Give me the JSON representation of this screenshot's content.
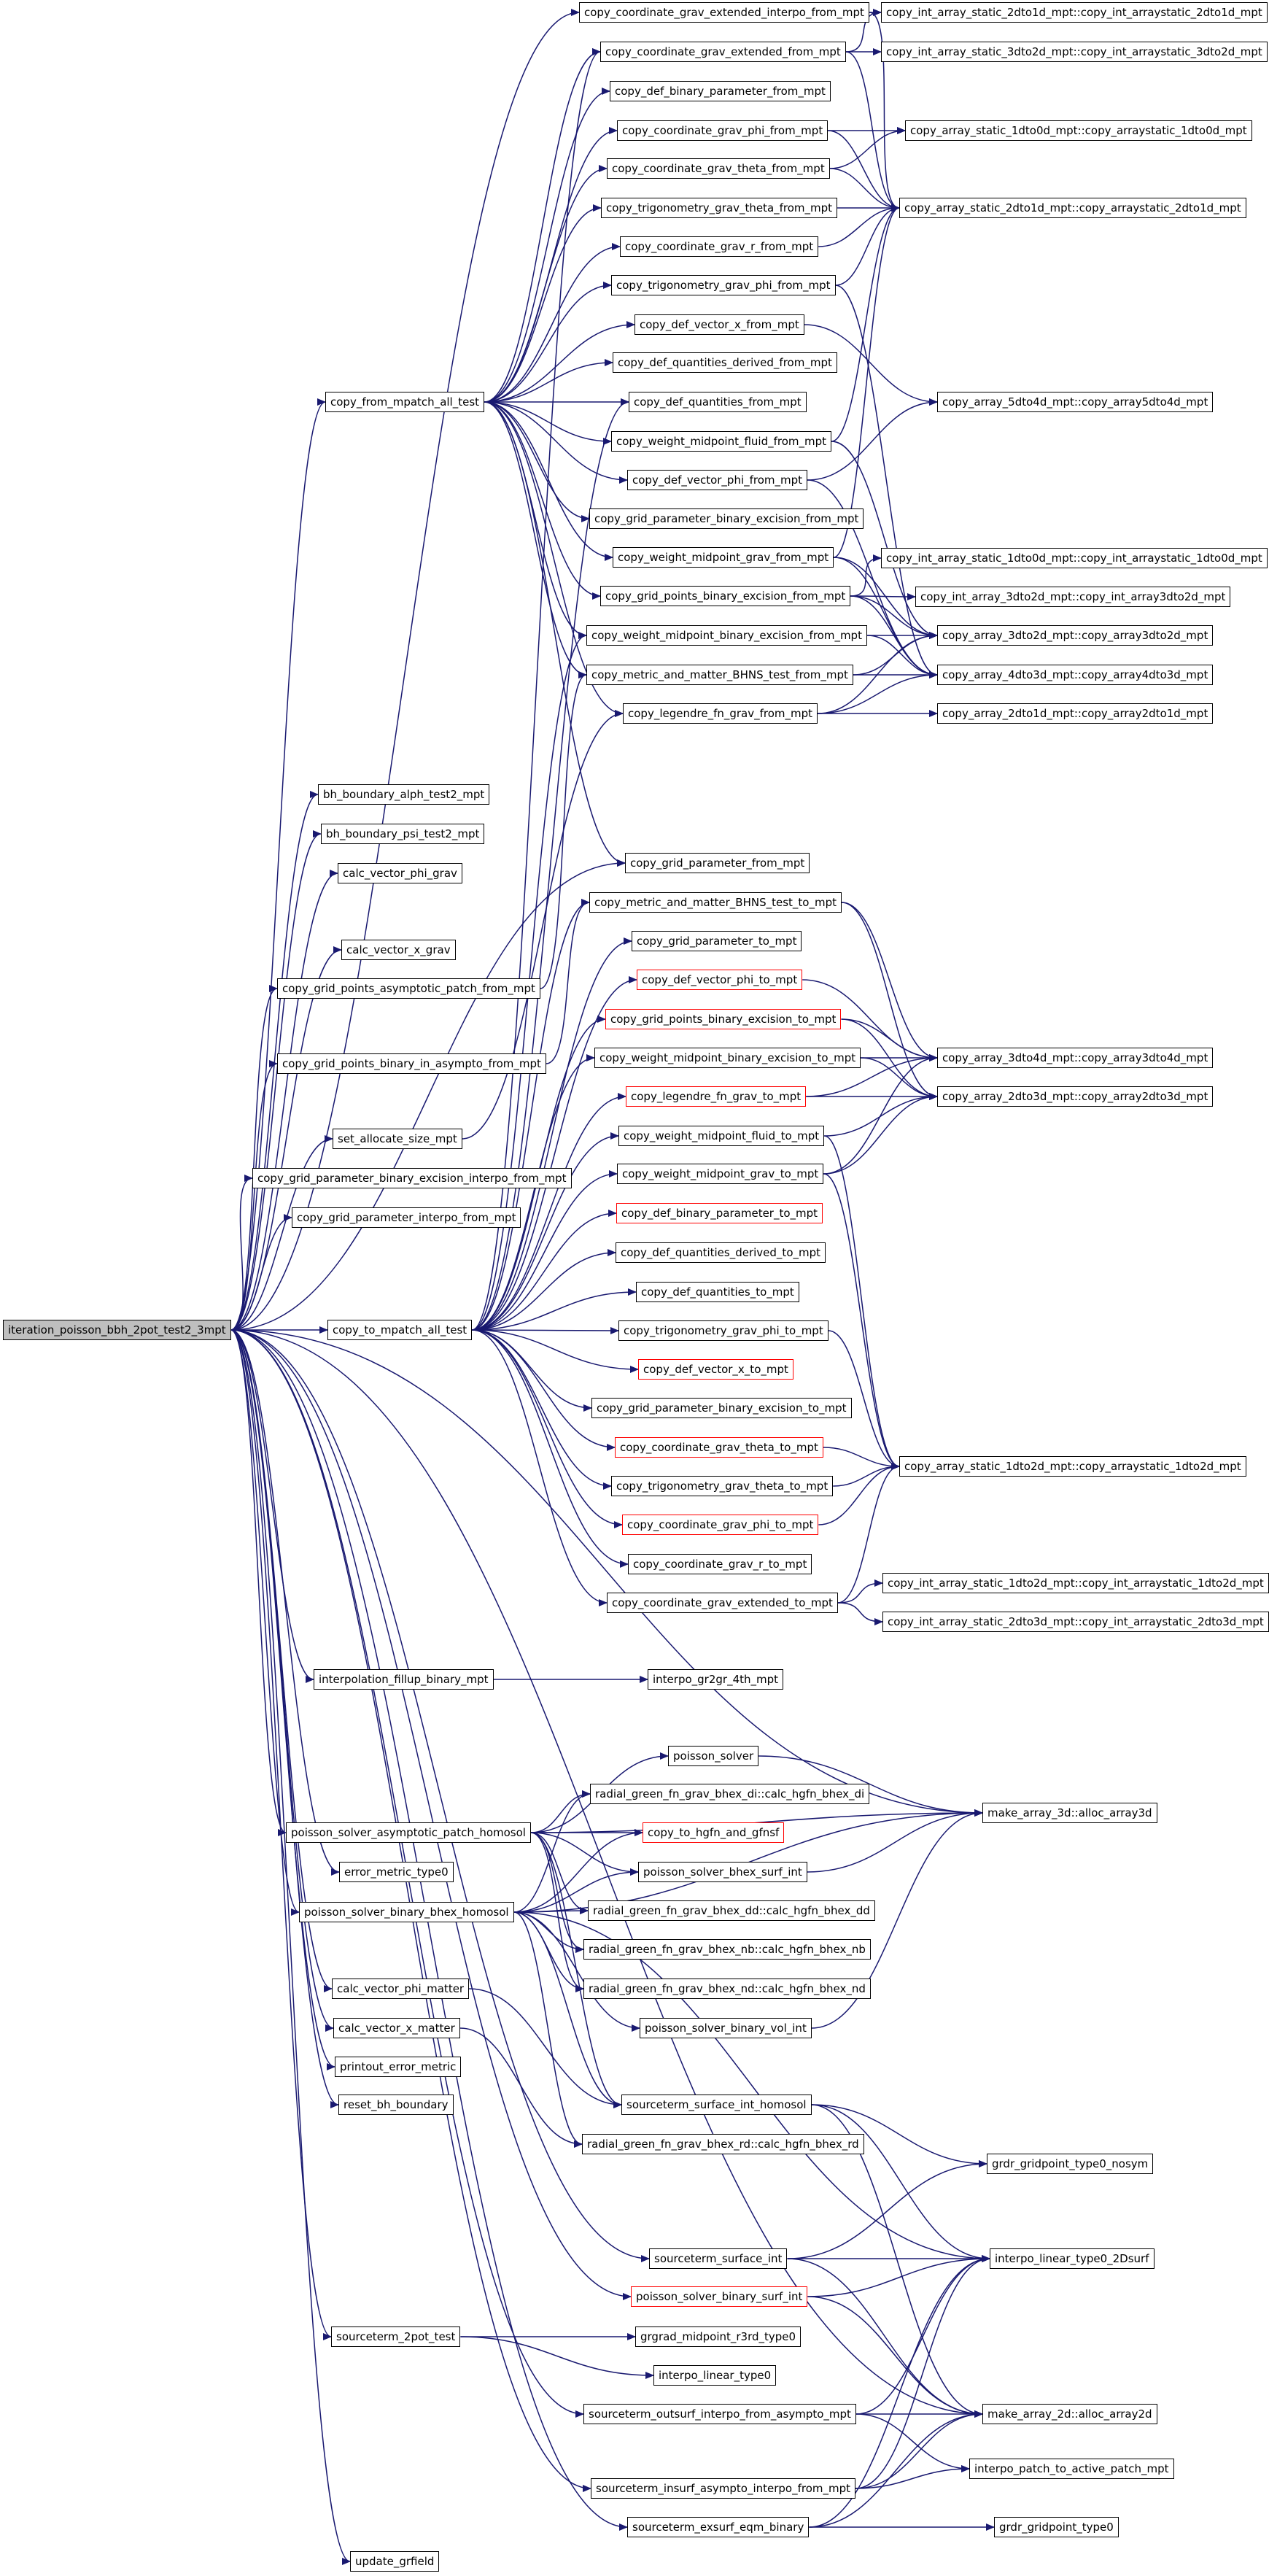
{
  "diagram": {
    "root": "iteration_poisson_bbh_2pot_test2_3mpt",
    "colors": {
      "edge": "#191970",
      "border": "#000000",
      "warning_border": "#ff0000",
      "root_fill": "#bfbfbf"
    },
    "nodes": [
      {
        "id": "n0",
        "label": "iteration_poisson_bbh_2pot_test2_3mpt",
        "root": true
      },
      {
        "id": "n1",
        "label": "copy_from_mpatch_all_test"
      },
      {
        "id": "n2",
        "label": "copy_coordinate_grav_extended_interpo_from_mpt"
      },
      {
        "id": "n3",
        "label": "copy_coordinate_grav_extended_from_mpt"
      },
      {
        "id": "n4",
        "label": "copy_def_binary_parameter_from_mpt"
      },
      {
        "id": "n5",
        "label": "copy_coordinate_grav_phi_from_mpt"
      },
      {
        "id": "n6",
        "label": "copy_coordinate_grav_theta_from_mpt"
      },
      {
        "id": "n7",
        "label": "copy_trigonometry_grav_theta_from_mpt"
      },
      {
        "id": "n8",
        "label": "copy_coordinate_grav_r_from_mpt"
      },
      {
        "id": "n9",
        "label": "copy_trigonometry_grav_phi_from_mpt"
      },
      {
        "id": "n10",
        "label": "copy_def_vector_x_from_mpt"
      },
      {
        "id": "n11",
        "label": "copy_def_quantities_derived_from_mpt"
      },
      {
        "id": "n12",
        "label": "copy_def_quantities_from_mpt"
      },
      {
        "id": "n13",
        "label": "copy_weight_midpoint_fluid_from_mpt"
      },
      {
        "id": "n14",
        "label": "copy_def_vector_phi_from_mpt"
      },
      {
        "id": "n15",
        "label": "copy_grid_parameter_binary_excision_from_mpt"
      },
      {
        "id": "n16",
        "label": "copy_weight_midpoint_grav_from_mpt"
      },
      {
        "id": "n17",
        "label": "copy_grid_points_binary_excision_from_mpt"
      },
      {
        "id": "n18",
        "label": "copy_weight_midpoint_binary_excision_from_mpt"
      },
      {
        "id": "n19",
        "label": "copy_metric_and_matter_BHNS_test_from_mpt"
      },
      {
        "id": "n20",
        "label": "copy_legendre_fn_grav_from_mpt"
      },
      {
        "id": "n21",
        "label": "copy_int_array_static_2dto1d_mpt::copy_int_arraystatic_2dto1d_mpt"
      },
      {
        "id": "n22",
        "label": "copy_int_array_static_3dto2d_mpt::copy_int_arraystatic_3dto2d_mpt"
      },
      {
        "id": "n23",
        "label": "copy_array_static_1dto0d_mpt::copy_arraystatic_1dto0d_mpt"
      },
      {
        "id": "n24",
        "label": "copy_array_static_2dto1d_mpt::copy_arraystatic_2dto1d_mpt"
      },
      {
        "id": "n25",
        "label": "copy_array_5dto4d_mpt::copy_array5dto4d_mpt"
      },
      {
        "id": "n26",
        "label": "copy_int_array_static_1dto0d_mpt::copy_int_arraystatic_1dto0d_mpt"
      },
      {
        "id": "n27",
        "label": "copy_int_array_3dto2d_mpt::copy_int_array3dto2d_mpt"
      },
      {
        "id": "n28",
        "label": "copy_array_3dto2d_mpt::copy_array3dto2d_mpt"
      },
      {
        "id": "n29",
        "label": "copy_array_4dto3d_mpt::copy_array4dto3d_mpt"
      },
      {
        "id": "n30",
        "label": "copy_array_2dto1d_mpt::copy_array2dto1d_mpt"
      },
      {
        "id": "n31",
        "label": "bh_boundary_alph_test2_mpt"
      },
      {
        "id": "n32",
        "label": "bh_boundary_psi_test2_mpt"
      },
      {
        "id": "n33",
        "label": "calc_vector_phi_grav"
      },
      {
        "id": "n34",
        "label": "calc_vector_x_grav"
      },
      {
        "id": "n35",
        "label": "copy_grid_points_asymptotic_patch_from_mpt"
      },
      {
        "id": "n36",
        "label": "copy_grid_points_binary_in_asympto_from_mpt"
      },
      {
        "id": "n37",
        "label": "set_allocate_size_mpt"
      },
      {
        "id": "n38",
        "label": "copy_grid_parameter_binary_excision_interpo_from_mpt"
      },
      {
        "id": "n39",
        "label": "copy_grid_parameter_interpo_from_mpt"
      },
      {
        "id": "n40",
        "label": "copy_grid_parameter_from_mpt"
      },
      {
        "id": "n41",
        "label": "copy_metric_and_matter_BHNS_test_to_mpt"
      },
      {
        "id": "n42",
        "label": "copy_grid_parameter_to_mpt"
      },
      {
        "id": "n43",
        "label": "copy_def_vector_phi_to_mpt",
        "red": true
      },
      {
        "id": "n44",
        "label": "copy_grid_points_binary_excision_to_mpt",
        "red": true
      },
      {
        "id": "n45",
        "label": "copy_weight_midpoint_binary_excision_to_mpt"
      },
      {
        "id": "n46",
        "label": "copy_legendre_fn_grav_to_mpt",
        "red": true
      },
      {
        "id": "n47",
        "label": "copy_weight_midpoint_fluid_to_mpt"
      },
      {
        "id": "n48",
        "label": "copy_weight_midpoint_grav_to_mpt"
      },
      {
        "id": "n49",
        "label": "copy_def_binary_parameter_to_mpt",
        "red": true
      },
      {
        "id": "n50",
        "label": "copy_def_quantities_derived_to_mpt"
      },
      {
        "id": "n51",
        "label": "copy_def_quantities_to_mpt"
      },
      {
        "id": "n52",
        "label": "copy_trigonometry_grav_phi_to_mpt"
      },
      {
        "id": "n53",
        "label": "copy_def_vector_x_to_mpt",
        "red": true
      },
      {
        "id": "n54",
        "label": "copy_grid_parameter_binary_excision_to_mpt"
      },
      {
        "id": "n55",
        "label": "copy_coordinate_grav_theta_to_mpt",
        "red": true
      },
      {
        "id": "n56",
        "label": "copy_trigonometry_grav_theta_to_mpt"
      },
      {
        "id": "n57",
        "label": "copy_coordinate_grav_phi_to_mpt",
        "red": true
      },
      {
        "id": "n58",
        "label": "copy_coordinate_grav_r_to_mpt"
      },
      {
        "id": "n59",
        "label": "copy_coordinate_grav_extended_to_mpt"
      },
      {
        "id": "n60",
        "label": "copy_to_mpatch_all_test"
      },
      {
        "id": "n61",
        "label": "copy_array_3dto4d_mpt::copy_array3dto4d_mpt"
      },
      {
        "id": "n62",
        "label": "copy_array_2dto3d_mpt::copy_array2dto3d_mpt"
      },
      {
        "id": "n63",
        "label": "copy_array_static_1dto2d_mpt::copy_arraystatic_1dto2d_mpt"
      },
      {
        "id": "n64",
        "label": "copy_int_array_static_1dto2d_mpt::copy_int_arraystatic_1dto2d_mpt"
      },
      {
        "id": "n65",
        "label": "copy_int_array_static_2dto3d_mpt::copy_int_arraystatic_2dto3d_mpt"
      },
      {
        "id": "n66",
        "label": "interpolation_fillup_binary_mpt"
      },
      {
        "id": "n67",
        "label": "interpo_gr2gr_4th_mpt"
      },
      {
        "id": "n68",
        "label": "poisson_solver"
      },
      {
        "id": "n69",
        "label": "radial_green_fn_grav_bhex_di::calc_hgfn_bhex_di"
      },
      {
        "id": "n70",
        "label": "poisson_solver_asymptotic_patch_homosol"
      },
      {
        "id": "n71",
        "label": "copy_to_hgfn_and_gfnsf",
        "red": true
      },
      {
        "id": "n72",
        "label": "make_array_3d::alloc_array3d"
      },
      {
        "id": "n73",
        "label": "error_metric_type0"
      },
      {
        "id": "n74",
        "label": "poisson_solver_bhex_surf_int"
      },
      {
        "id": "n75",
        "label": "poisson_solver_binary_bhex_homosol"
      },
      {
        "id": "n76",
        "label": "radial_green_fn_grav_bhex_dd::calc_hgfn_bhex_dd"
      },
      {
        "id": "n77",
        "label": "radial_green_fn_grav_bhex_nb::calc_hgfn_bhex_nb"
      },
      {
        "id": "n78",
        "label": "calc_vector_phi_matter"
      },
      {
        "id": "n79",
        "label": "radial_green_fn_grav_bhex_nd::calc_hgfn_bhex_nd"
      },
      {
        "id": "n80",
        "label": "calc_vector_x_matter"
      },
      {
        "id": "n81",
        "label": "poisson_solver_binary_vol_int"
      },
      {
        "id": "n82",
        "label": "printout_error_metric"
      },
      {
        "id": "n83",
        "label": "sourceterm_surface_int_homosol"
      },
      {
        "id": "n84",
        "label": "reset_bh_boundary"
      },
      {
        "id": "n85",
        "label": "radial_green_fn_grav_bhex_rd::calc_hgfn_bhex_rd"
      },
      {
        "id": "n86",
        "label": "grdr_gridpoint_type0_nosym"
      },
      {
        "id": "n87",
        "label": "sourceterm_surface_int"
      },
      {
        "id": "n88",
        "label": "interpo_linear_type0_2Dsurf"
      },
      {
        "id": "n89",
        "label": "poisson_solver_binary_surf_int",
        "red": true
      },
      {
        "id": "n90",
        "label": "sourceterm_2pot_test"
      },
      {
        "id": "n91",
        "label": "grgrad_midpoint_r3rd_type0"
      },
      {
        "id": "n92",
        "label": "interpo_linear_type0"
      },
      {
        "id": "n93",
        "label": "sourceterm_outsurf_interpo_from_asympto_mpt"
      },
      {
        "id": "n94",
        "label": "make_array_2d::alloc_array2d"
      },
      {
        "id": "n95",
        "label": "interpo_patch_to_active_patch_mpt"
      },
      {
        "id": "n96",
        "label": "sourceterm_insurf_asympto_interpo_from_mpt"
      },
      {
        "id": "n97",
        "label": "sourceterm_exsurf_eqm_binary"
      },
      {
        "id": "n98",
        "label": "grdr_gridpoint_type0"
      },
      {
        "id": "n99",
        "label": "update_grfield"
      }
    ],
    "edges": [
      [
        "n0",
        "n1"
      ],
      [
        "n0",
        "n2"
      ],
      [
        "n0",
        "n31"
      ],
      [
        "n0",
        "n32"
      ],
      [
        "n0",
        "n33"
      ],
      [
        "n0",
        "n34"
      ],
      [
        "n0",
        "n35"
      ],
      [
        "n0",
        "n36"
      ],
      [
        "n0",
        "n37"
      ],
      [
        "n0",
        "n38"
      ],
      [
        "n0",
        "n39"
      ],
      [
        "n0",
        "n40"
      ],
      [
        "n0",
        "n60"
      ],
      [
        "n0",
        "n72"
      ],
      [
        "n0",
        "n66"
      ],
      [
        "n0",
        "n70"
      ],
      [
        "n0",
        "n73"
      ],
      [
        "n0",
        "n75"
      ],
      [
        "n0",
        "n78"
      ],
      [
        "n0",
        "n80"
      ],
      [
        "n0",
        "n82"
      ],
      [
        "n0",
        "n84"
      ],
      [
        "n0",
        "n87"
      ],
      [
        "n0",
        "n89"
      ],
      [
        "n0",
        "n90"
      ],
      [
        "n0",
        "n93"
      ],
      [
        "n0",
        "n94"
      ],
      [
        "n0",
        "n96"
      ],
      [
        "n0",
        "n97"
      ],
      [
        "n0",
        "n99"
      ],
      [
        "n1",
        "n3"
      ],
      [
        "n1",
        "n4"
      ],
      [
        "n1",
        "n5"
      ],
      [
        "n1",
        "n6"
      ],
      [
        "n1",
        "n7"
      ],
      [
        "n1",
        "n8"
      ],
      [
        "n1",
        "n9"
      ],
      [
        "n1",
        "n10"
      ],
      [
        "n1",
        "n11"
      ],
      [
        "n1",
        "n12"
      ],
      [
        "n1",
        "n13"
      ],
      [
        "n1",
        "n14"
      ],
      [
        "n1",
        "n15"
      ],
      [
        "n1",
        "n16"
      ],
      [
        "n1",
        "n17"
      ],
      [
        "n1",
        "n18"
      ],
      [
        "n1",
        "n19"
      ],
      [
        "n1",
        "n20"
      ],
      [
        "n1",
        "n40"
      ],
      [
        "n2",
        "n21"
      ],
      [
        "n2",
        "n24"
      ],
      [
        "n3",
        "n22"
      ],
      [
        "n3",
        "n24"
      ],
      [
        "n3",
        "n21"
      ],
      [
        "n5",
        "n23"
      ],
      [
        "n5",
        "n24"
      ],
      [
        "n6",
        "n24"
      ],
      [
        "n6",
        "n23"
      ],
      [
        "n7",
        "n24"
      ],
      [
        "n8",
        "n24"
      ],
      [
        "n9",
        "n24"
      ],
      [
        "n9",
        "n29"
      ],
      [
        "n10",
        "n25"
      ],
      [
        "n13",
        "n28"
      ],
      [
        "n13",
        "n24"
      ],
      [
        "n14",
        "n25"
      ],
      [
        "n14",
        "n29"
      ],
      [
        "n16",
        "n28"
      ],
      [
        "n16",
        "n24"
      ],
      [
        "n16",
        "n29"
      ],
      [
        "n17",
        "n26"
      ],
      [
        "n17",
        "n27"
      ],
      [
        "n17",
        "n28"
      ],
      [
        "n17",
        "n29"
      ],
      [
        "n18",
        "n28"
      ],
      [
        "n18",
        "n29"
      ],
      [
        "n19",
        "n29"
      ],
      [
        "n19",
        "n28"
      ],
      [
        "n20",
        "n30"
      ],
      [
        "n20",
        "n29"
      ],
      [
        "n20",
        "n28"
      ],
      [
        "n35",
        "n19"
      ],
      [
        "n36",
        "n41"
      ],
      [
        "n37",
        "n20"
      ],
      [
        "n60",
        "n41"
      ],
      [
        "n60",
        "n42"
      ],
      [
        "n60",
        "n43"
      ],
      [
        "n60",
        "n44"
      ],
      [
        "n60",
        "n45"
      ],
      [
        "n60",
        "n46"
      ],
      [
        "n60",
        "n47"
      ],
      [
        "n60",
        "n48"
      ],
      [
        "n60",
        "n49"
      ],
      [
        "n60",
        "n50"
      ],
      [
        "n60",
        "n51"
      ],
      [
        "n60",
        "n52"
      ],
      [
        "n60",
        "n53"
      ],
      [
        "n60",
        "n54"
      ],
      [
        "n60",
        "n55"
      ],
      [
        "n60",
        "n56"
      ],
      [
        "n60",
        "n57"
      ],
      [
        "n60",
        "n58"
      ],
      [
        "n60",
        "n59"
      ],
      [
        "n60",
        "n3"
      ],
      [
        "n60",
        "n12"
      ],
      [
        "n60",
        "n18"
      ],
      [
        "n41",
        "n61"
      ],
      [
        "n41",
        "n62"
      ],
      [
        "n43",
        "n61"
      ],
      [
        "n44",
        "n61"
      ],
      [
        "n44",
        "n62"
      ],
      [
        "n45",
        "n61"
      ],
      [
        "n45",
        "n62"
      ],
      [
        "n46",
        "n62"
      ],
      [
        "n46",
        "n61"
      ],
      [
        "n47",
        "n62"
      ],
      [
        "n47",
        "n63"
      ],
      [
        "n48",
        "n62"
      ],
      [
        "n48",
        "n63"
      ],
      [
        "n48",
        "n61"
      ],
      [
        "n52",
        "n63"
      ],
      [
        "n55",
        "n63"
      ],
      [
        "n56",
        "n63"
      ],
      [
        "n57",
        "n63"
      ],
      [
        "n59",
        "n63"
      ],
      [
        "n59",
        "n64"
      ],
      [
        "n59",
        "n65"
      ],
      [
        "n66",
        "n67"
      ],
      [
        "n70",
        "n68"
      ],
      [
        "n70",
        "n69"
      ],
      [
        "n70",
        "n71"
      ],
      [
        "n70",
        "n72"
      ],
      [
        "n70",
        "n74"
      ],
      [
        "n70",
        "n76"
      ],
      [
        "n70",
        "n77"
      ],
      [
        "n70",
        "n79"
      ],
      [
        "n70",
        "n83"
      ],
      [
        "n68",
        "n72"
      ],
      [
        "n74",
        "n72"
      ],
      [
        "n81",
        "n72"
      ],
      [
        "n75",
        "n69"
      ],
      [
        "n75",
        "n71"
      ],
      [
        "n75",
        "n74"
      ],
      [
        "n75",
        "n76"
      ],
      [
        "n75",
        "n77"
      ],
      [
        "n75",
        "n79"
      ],
      [
        "n75",
        "n81"
      ],
      [
        "n75",
        "n83"
      ],
      [
        "n75",
        "n85"
      ],
      [
        "n75",
        "n72"
      ],
      [
        "n75",
        "n88"
      ],
      [
        "n78",
        "n83"
      ],
      [
        "n80",
        "n85"
      ],
      [
        "n83",
        "n86"
      ],
      [
        "n83",
        "n88"
      ],
      [
        "n83",
        "n94"
      ],
      [
        "n87",
        "n86"
      ],
      [
        "n87",
        "n88"
      ],
      [
        "n87",
        "n94"
      ],
      [
        "n89",
        "n88"
      ],
      [
        "n89",
        "n94"
      ],
      [
        "n90",
        "n91"
      ],
      [
        "n90",
        "n92"
      ],
      [
        "n93",
        "n88"
      ],
      [
        "n93",
        "n94"
      ],
      [
        "n93",
        "n95"
      ],
      [
        "n96",
        "n88"
      ],
      [
        "n96",
        "n94"
      ],
      [
        "n96",
        "n95"
      ],
      [
        "n97",
        "n88"
      ],
      [
        "n97",
        "n94"
      ],
      [
        "n97",
        "n98"
      ]
    ]
  }
}
